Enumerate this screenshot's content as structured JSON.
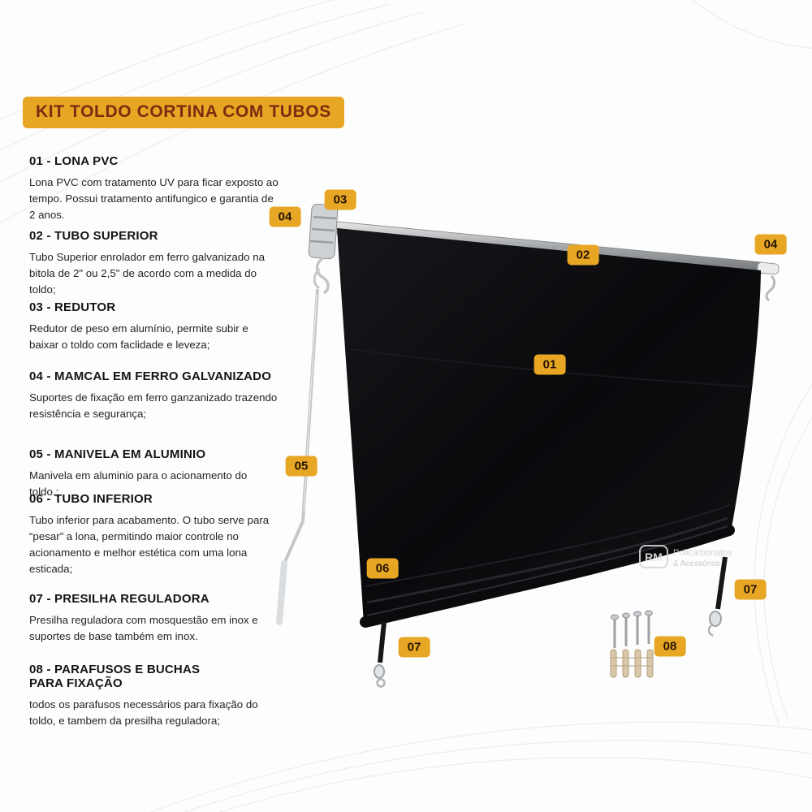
{
  "title": "KIT TOLDO CORTINA COM TUBOS",
  "items": [
    {
      "heading": "01 - LONA PVC",
      "body": "Lona PVC com tratamento UV para ficar exposto ao tempo. Possui tratamento antifungico e garantia de 2 anos."
    },
    {
      "heading": "02 - TUBO SUPERIOR",
      "body": "Tubo Superior enrolador em ferro galvanizado na bitola de 2\" ou 2,5\" de acordo com a medida do toldo;"
    },
    {
      "heading": "03 - REDUTOR",
      "body": "Redutor de peso em alumínio, permite subir e baixar o toldo com faclidade e leveza;"
    },
    {
      "heading": "04 - MAMCAL  EM FERRO GALVANIZADO",
      "body": "Suportes de fixação em ferro ganzanizado trazendo resistência e segurança;"
    },
    {
      "heading": "05 - MANIVELA EM ALUMINIO",
      "body": "Manivela em aluminio para o acionamento do toldo.;"
    },
    {
      "heading": "06 - TUBO INFERIOR",
      "body": "Tubo inferior para acabamento. O tubo serve para “pesar” a lona, permitindo maior controle no acionamento e melhor estética com uma lona esticada;"
    },
    {
      "heading": "07 - PRESILHA REGULADORA",
      "body": "Presilha reguladora com mosquestão em inox e suportes de base também em inox."
    },
    {
      "heading": "08 - PARAFUSOS E BUCHAS PARA FIXAÇÃO",
      "body": "todos os parafusos necessários para fixação do toldo, e tambem da presilha reguladora;"
    }
  ],
  "badges": [
    {
      "label": "03"
    },
    {
      "label": "04"
    },
    {
      "label": "02"
    },
    {
      "label": "04"
    },
    {
      "label": "01"
    },
    {
      "label": "05"
    },
    {
      "label": "06"
    },
    {
      "label": "07"
    },
    {
      "label": "07"
    },
    {
      "label": "08"
    }
  ],
  "watermark": {
    "logo": "RM",
    "line1": "Policarbonatos",
    "line2": "& Acessórios"
  },
  "colors": {
    "accent_gold": "#E7A623",
    "title_text": "#7B2D12",
    "badge_text": "#231403",
    "tarp_black": "#0B0B0E"
  }
}
